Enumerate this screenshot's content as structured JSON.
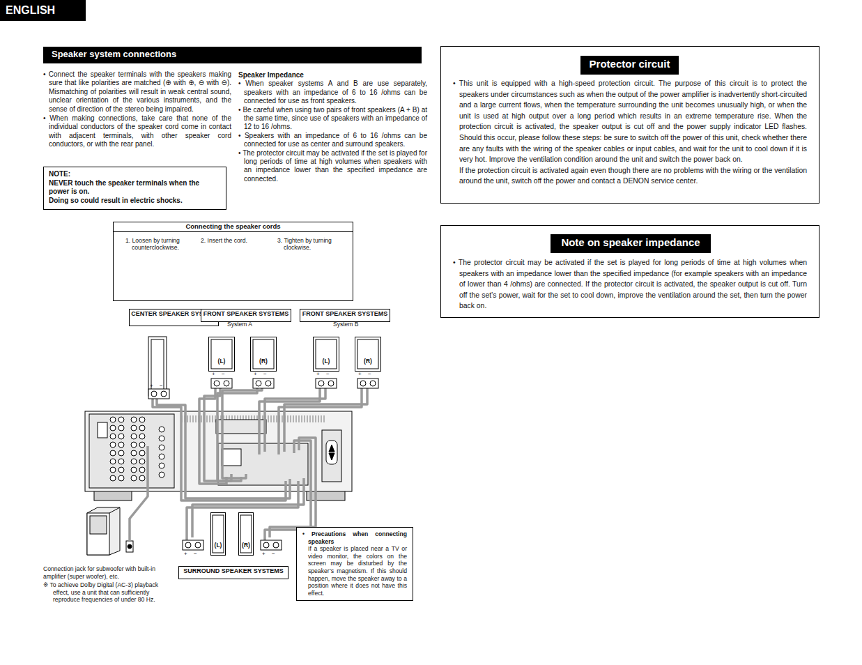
{
  "diagram": {
    "nodes": [
      {
        "text": [
          "ENGLISH"
        ]
      },
      {
        "text": [
          "Speaker system connections"
        ]
      },
      {
        "text": [
          "NOTE:",
          "NEVER touch the speaker terminals when the power is on.",
          "Doing so could result in electric shocks."
        ]
      },
      {
        "text": [
          "• This unit is equipped with a high-speed protection circuit. The purpose of this circuit is to protect the speakers under circumstances such as when the output of the power amplifier is inadvertently short-circuited and a large current flows, when the temperature surrounding the unit becomes unusually high, or when the unit is used at high output over a long period which results in an extreme temperature rise. When the protection circuit is activated, the speaker output is cut off and the power supply indicator LED flashes. Should this occur, please follow these steps: be sure to switch off the power of this unit, check whether there are any faults with the wiring of the speaker cables or input cables, and wait for the unit to cool down if it is very hot. Improve the ventilation condition around the unit and switch the power back on.",
          "If the protection circuit is activated again even though there are no problems with the wiring or the ventilation around the unit, switch off the power and contact a DENON service center."
        ]
      },
      {
        "text": [
          "Protector circuit"
        ],
        "in": 3
      },
      {
        "text": [
          "• The protector circuit may be activated if the set is played for long periods of time at high volumes when speakers with an impedance lower than the specified impedance (for example speakers with an impedance of lower than 4 /ohms) are connected. If the protector circuit is activated, the speaker output is cut off. Turn off the set’s power, wait for the set to cool down, improve the ventilation around the set, then turn the power back on."
        ]
      },
      {
        "text": [
          "Note on speaker impedance"
        ],
        "in": 5
      },
      {
        "text": [
          "Connecting the speaker cords",
          "1. Loosen by turning counterclockwise.",
          "2. Insert the cord.",
          "3. Tighten by turning clockwise."
        ]
      },
      {
        "text": [
          "CENTER SPEAKER SYSTEM"
        ]
      },
      {
        "text": [
          "FRONT SPEAKER SYSTEMS"
        ]
      },
      {
        "text": [
          "FRONT SPEAKER SYSTEMS"
        ]
      },
      {
        "text": [
          "(L)"
        ]
      },
      {
        "text": [
          "(R)"
        ]
      },
      {
        "text": [
          "(L)"
        ]
      },
      {
        "text": [
          "(R)"
        ]
      },
      {
        "text": [
          "(L)"
        ]
      },
      {
        "text": [
          "(R)"
        ]
      },
      {
        "text": [
          "SURROUND SPEAKER SYSTEMS"
        ]
      },
      {
        "text": [
          "• Precautions when connecting speakers",
          "If a speaker is placed near a TV or video monitor, the colors on the screen may be disturbed by the speaker’s magnetism. If this should happen, move the speaker away to a position where it does not have this effect."
        ]
      }
    ],
    "labels": [
      "• Connect the speaker terminals with the speakers making sure that like polarities are matched (⊕ with ⊕, ⊖ with ⊖). Mismatching of polarities will result in weak central sound, unclear orientation of the various instruments, and the sense of direction of the stereo being impaired.",
      "• When making connections, take care that none of the individual conductors of the speaker cord come in contact with adjacent terminals, with other speaker cord conductors, or with the rear panel.",
      "Speaker Impedance",
      "• When speaker systems A and B are use separately, speakers with an impedance of 6 to 16 /ohms can be connected for use as front speakers.",
      "• Be careful when using two pairs of front speakers (A + B) at the same time, since use of speakers with an impedance of 12 to 16 /ohms.",
      "• Speakers with an impedance of 6 to 16 /ohms can be connected for use as center and surround speakers.",
      "• The protector circuit may be activated if the set is played for long periods of time at high volumes when speakers with an impedance lower than the specified impedance are connected.",
      "System A",
      "System B",
      "+",
      "−",
      "+",
      "−",
      "+",
      "−",
      "+",
      "−",
      "+",
      "−",
      "+",
      "−",
      "+",
      "−",
      "Connection jack for subwoofer with built-in amplifier (super woofer), etc.",
      "※ To achieve Dolby Digital (AC-3) playback effect, use a unit that can sufficiently reproduce frequencies of under 80 Hz."
    ]
  }
}
